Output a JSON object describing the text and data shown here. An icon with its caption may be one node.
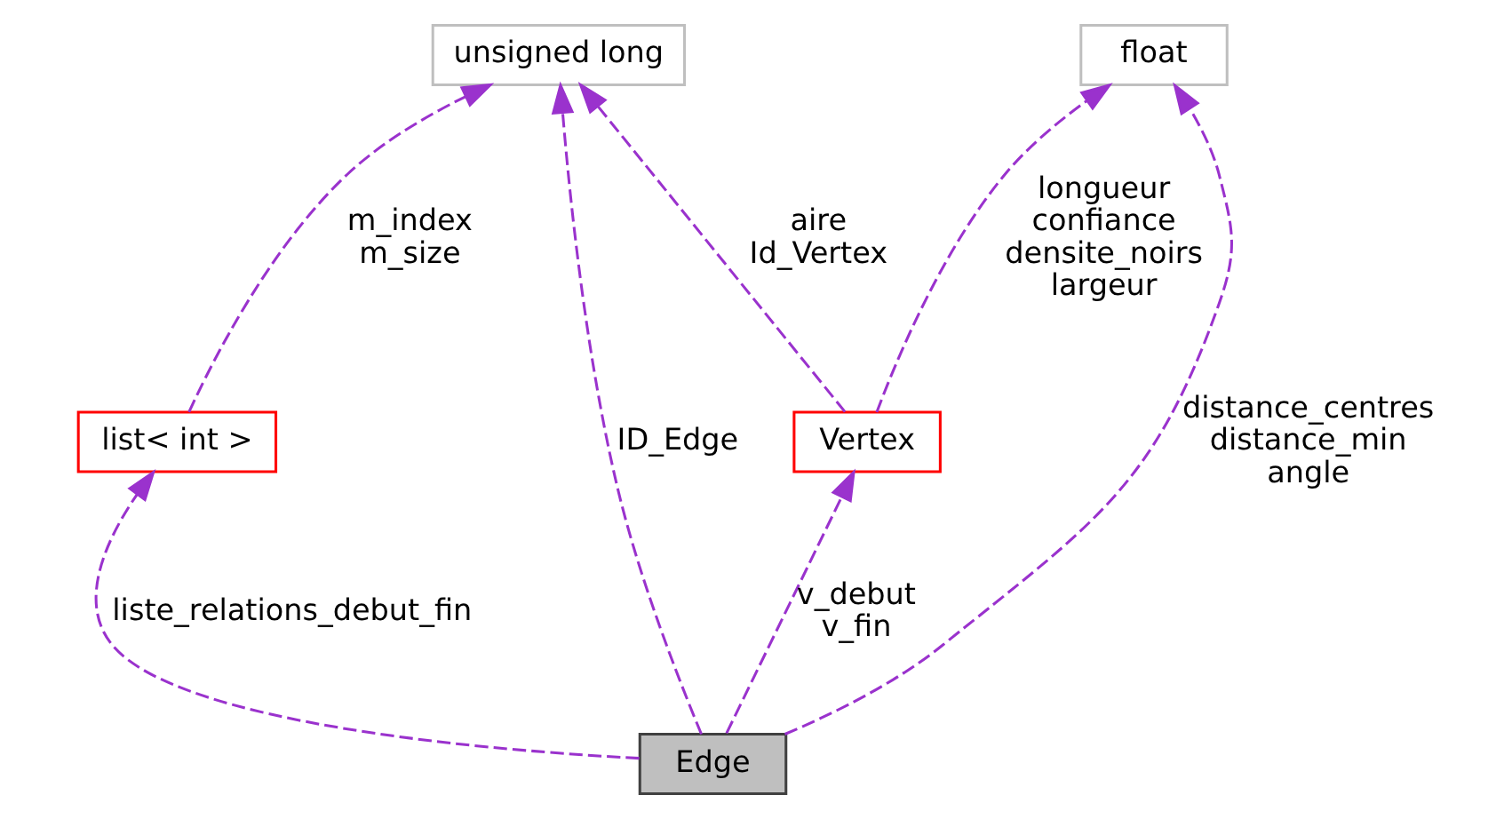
{
  "diagram": {
    "nodes": [
      {
        "text": [
          "unsigned long"
        ]
      },
      {
        "text": [
          "float"
        ]
      },
      {
        "text": [
          "list< int >"
        ]
      },
      {
        "text": [
          "Vertex"
        ]
      },
      {
        "text": [
          "Edge"
        ]
      }
    ],
    "edges": [
      {
        "from": 2,
        "to": 0,
        "arrow": "to",
        "style": "dashed",
        "label": "m_index m_size"
      },
      {
        "from": 4,
        "to": 0,
        "arrow": "to",
        "style": "dashed",
        "label": "ID_Edge"
      },
      {
        "from": 3,
        "to": 0,
        "arrow": "to",
        "style": "dashed",
        "label": "aire Id_Vertex"
      },
      {
        "from": 3,
        "to": 1,
        "arrow": "to",
        "style": "dashed",
        "label": "longueur confiance densite_noirs largeur"
      },
      {
        "from": 4,
        "to": 1,
        "arrow": "to",
        "style": "dashed",
        "label": "distance_centres distance_min angle"
      },
      {
        "from": 4,
        "to": 2,
        "arrow": "to",
        "style": "dashed",
        "label": "liste_relations_debut_fin"
      },
      {
        "from": 4,
        "to": 3,
        "arrow": "to",
        "style": "dashed",
        "label": "v_debut v_fin"
      }
    ]
  }
}
